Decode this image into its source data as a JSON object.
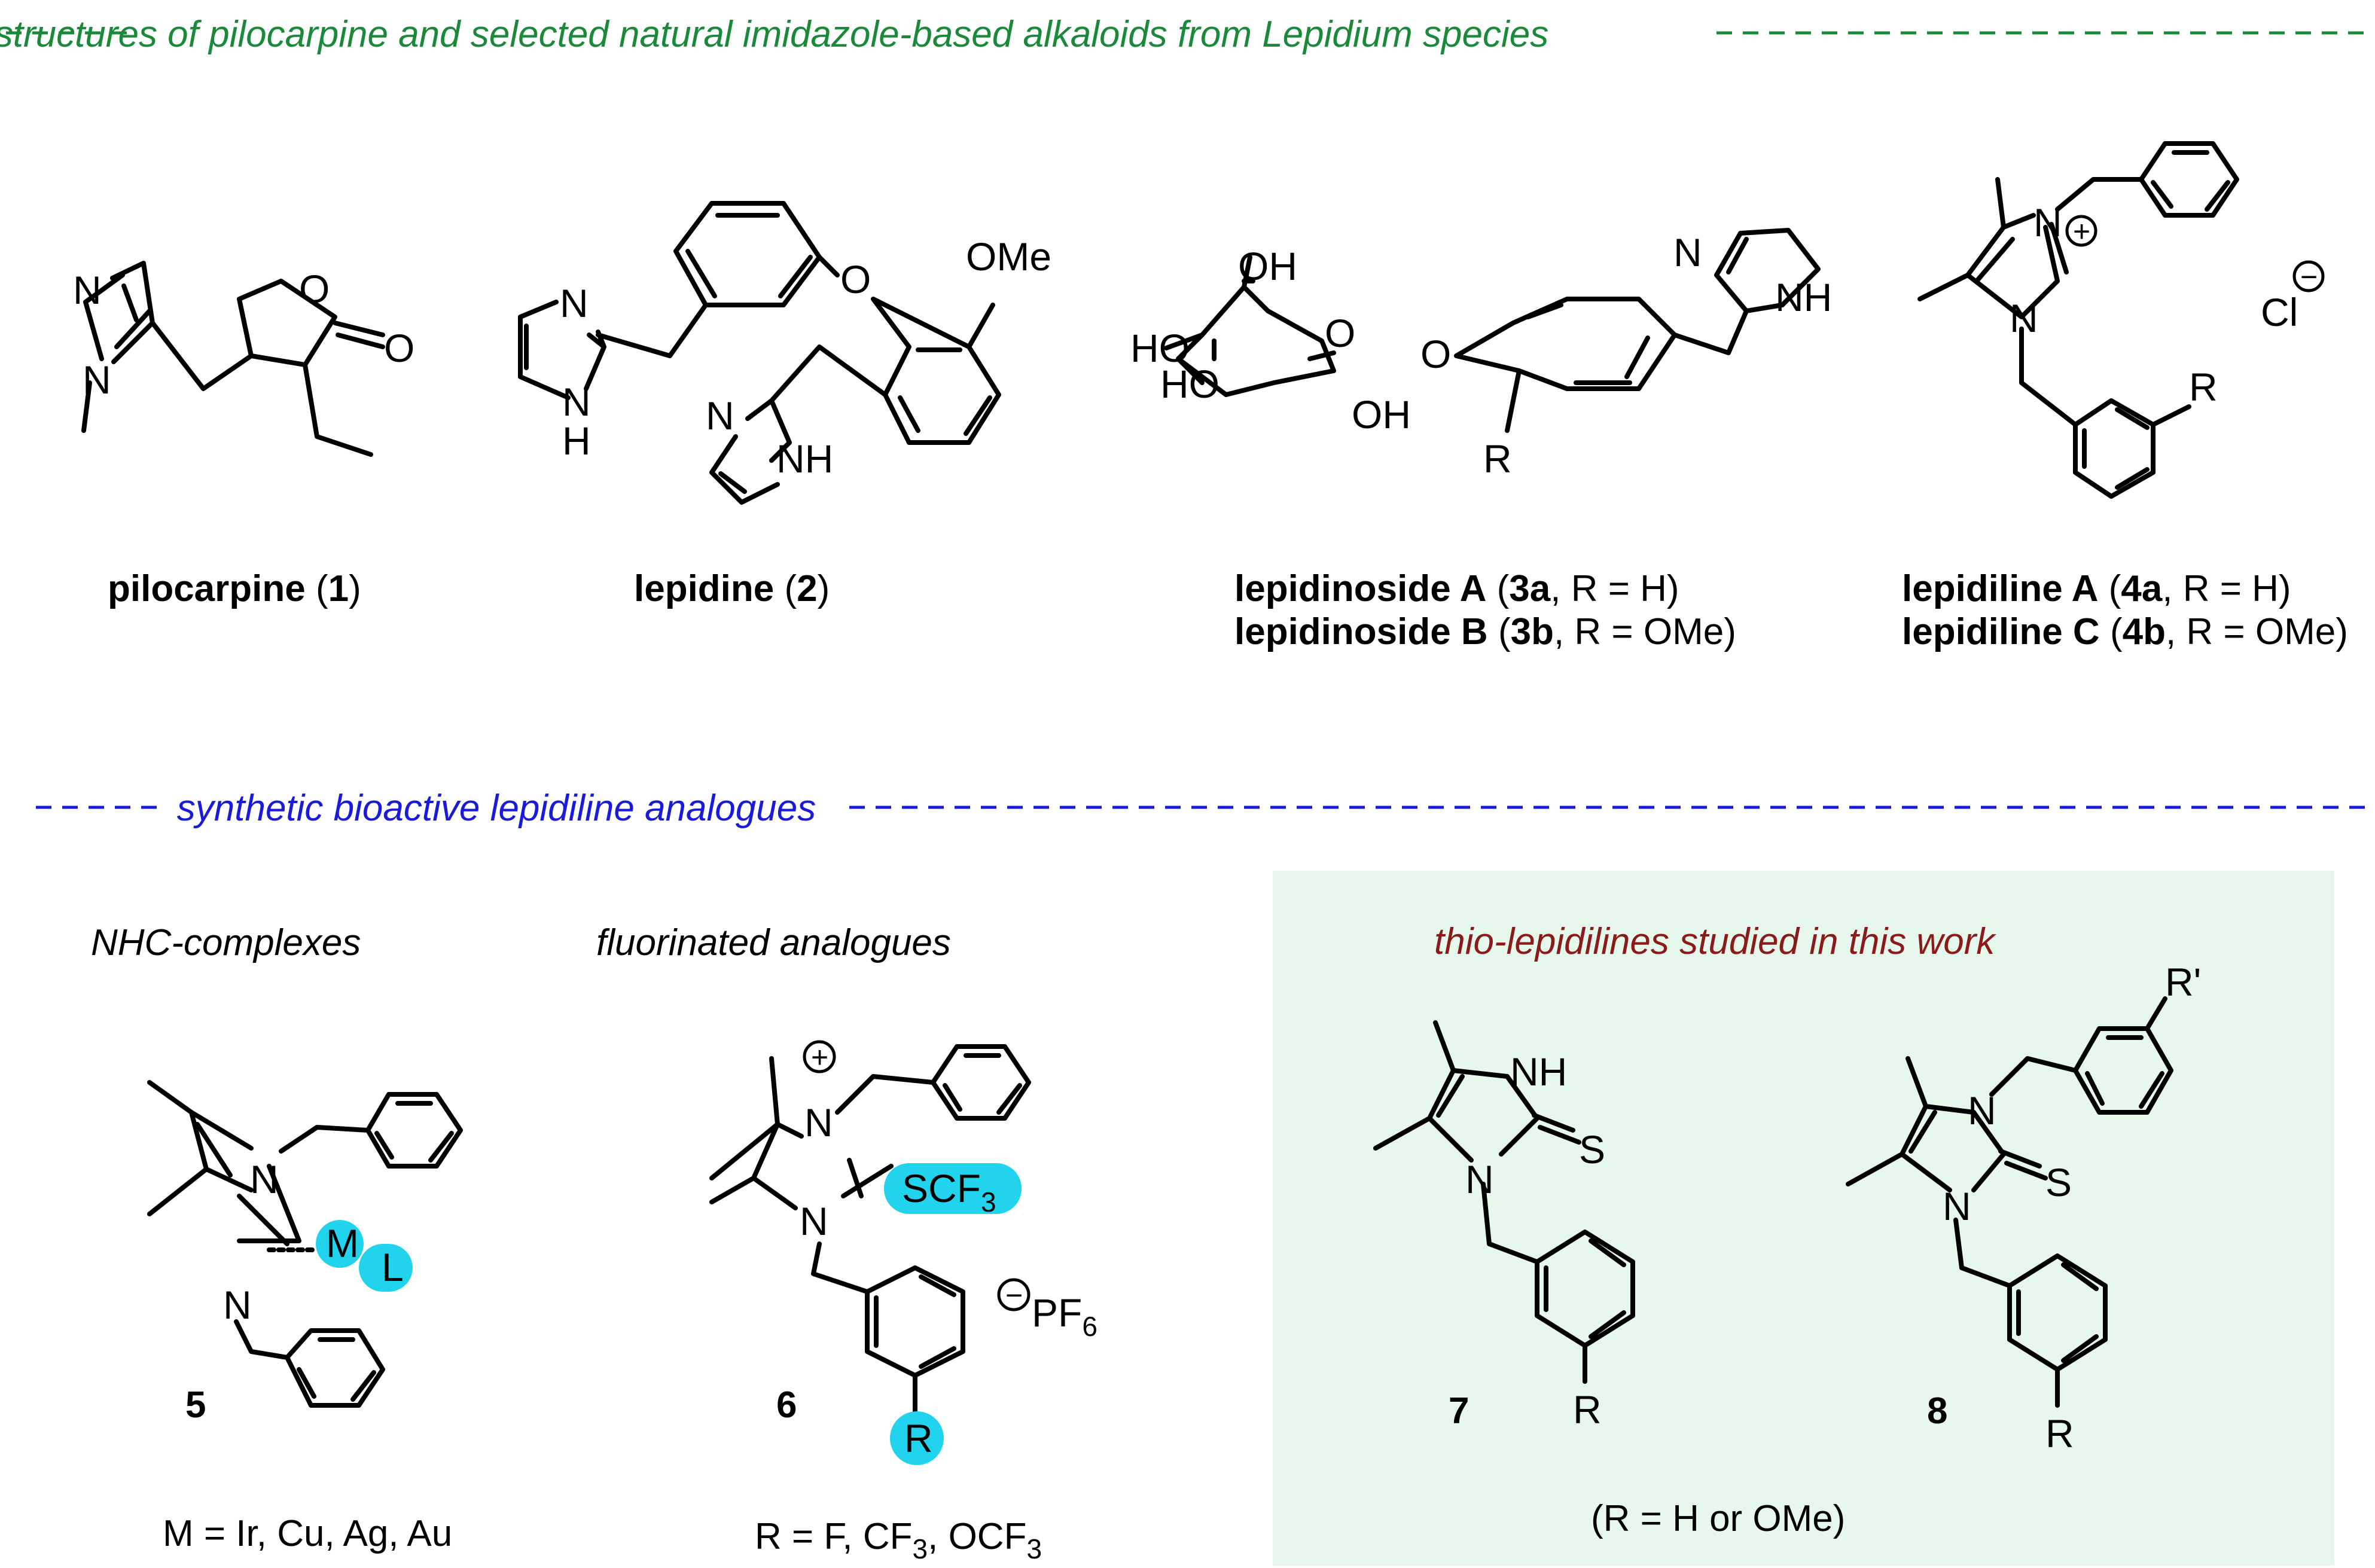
{
  "sections": {
    "natural": {
      "title": "structures of pilocarpine and selected natural imidazole-based alkaloids from Lepidium species",
      "color": "#1a8a3a"
    },
    "synthetic": {
      "title": "synthetic bioactive lepidiline analogues",
      "color": "#1a1adc"
    }
  },
  "compounds": {
    "c1": {
      "name": "pilocarpine",
      "label": "1",
      "atoms": {
        "N_ring": "N",
        "N_methyl": "N",
        "O_ring": "O",
        "O_carbonyl": "O"
      }
    },
    "c2": {
      "name": "lepidine",
      "label": "2",
      "atoms": {
        "O_ether": "O",
        "OMe": "OMe",
        "N1": "N",
        "NH1": "N",
        "H1": "H",
        "N2": "N",
        "NH2": "NH"
      }
    },
    "c3": {
      "lines": [
        {
          "name": "lepidinoside A",
          "label": "3a",
          "cond": "R = H"
        },
        {
          "name": "lepidinoside B",
          "label": "3b",
          "cond": "R = OMe"
        }
      ],
      "atoms": {
        "OH_top": "OH",
        "HO_left": "HO",
        "HO_left2": "HO",
        "OH_bottom": "OH",
        "O_ring": "O",
        "O_glyco": "O",
        "R": "R",
        "N": "N",
        "NH": "NH"
      }
    },
    "c4": {
      "lines": [
        {
          "name": "lepidiline A",
          "label": "4a",
          "cond": "R = H"
        },
        {
          "name": "lepidiline C",
          "label": "4b",
          "cond": "R = OMe"
        }
      ],
      "atoms": {
        "N_plus": "N",
        "plus": "+",
        "N": "N",
        "R": "R",
        "Cl": "Cl",
        "minus": "−"
      }
    },
    "c5": {
      "heading": "NHC-complexes",
      "label": "5",
      "note": "M = Ir, Cu, Ag, Au",
      "atoms": {
        "N1": "N",
        "N2": "N",
        "M": "M",
        "L": "L"
      }
    },
    "c6": {
      "heading": "fluorinated analogues",
      "label": "6",
      "note": {
        "text": "R = F, CF",
        "sub": "3",
        "text2": ", OCF",
        "sub2": "3"
      },
      "atoms": {
        "N1": "N",
        "N2": "N",
        "plus": "+",
        "SCF": "SCF",
        "SCF_sub": "3",
        "R": "R",
        "minus": "−",
        "PF": "PF",
        "PF_sub": "6"
      }
    },
    "c7": {
      "label": "7",
      "atoms": {
        "NH": "NH",
        "N": "N",
        "S": "S",
        "R": "R"
      }
    },
    "c8": {
      "label": "8",
      "atoms": {
        "N1": "N",
        "N2": "N",
        "S": "S",
        "R": "R",
        "Rprime": "R'"
      }
    }
  },
  "thio_box": {
    "title": "thio-lepidilines studied in this work",
    "title_color": "#8b1a1a",
    "fill": "#e6f7ec",
    "note": "(R = H or OMe)"
  },
  "highlight_color": "#22d3ee"
}
